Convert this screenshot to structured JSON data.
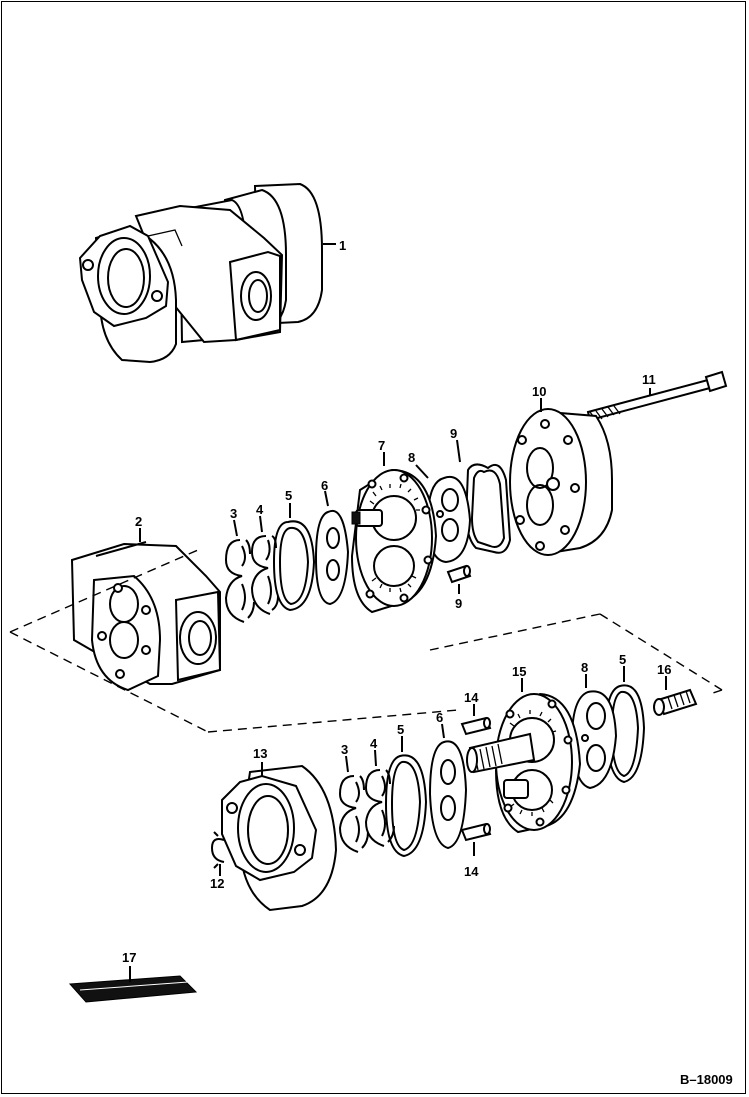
{
  "diagram": {
    "figure_number": "B–18009",
    "labels": {
      "p1": "1",
      "p2": "2",
      "p3": "3",
      "p3b": "3",
      "p4": "4",
      "p4b": "4",
      "p5": "5",
      "p5b": "5",
      "p5c": "5",
      "p6": "6",
      "p6b": "6",
      "p7": "7",
      "p8": "8",
      "p8b": "8",
      "p9a": "9",
      "p9b": "9",
      "p10": "10",
      "p11": "11",
      "p12": "12",
      "p13": "13",
      "p14a": "14",
      "p14b": "14",
      "p15": "15",
      "p16": "16",
      "p17": "17"
    }
  }
}
